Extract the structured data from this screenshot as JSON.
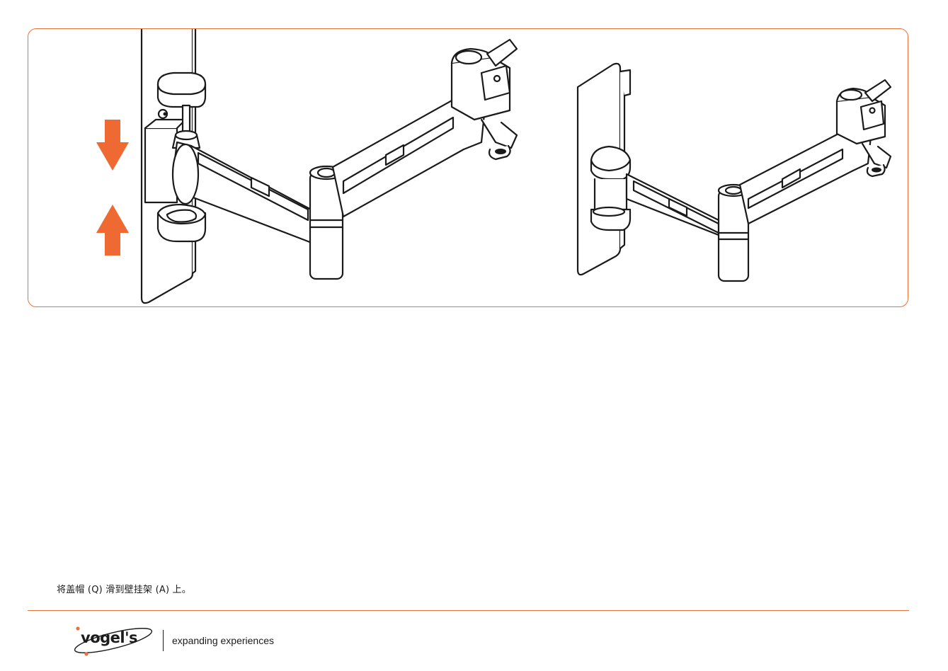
{
  "instruction": {
    "text": "将盖帽 (Q) 滑到壁挂架 (A) 上。"
  },
  "brand": {
    "name": "vogel's",
    "tagline": "expanding experiences"
  },
  "colors": {
    "accent": "#e8733a",
    "arrow": "#ef6a32",
    "ink": "#1a1a1a"
  },
  "figure": {
    "left_panel": [
      "wall-plate",
      "cap-top",
      "cap-bottom",
      "arm",
      "tv-bracket",
      "arrow-down",
      "arrow-up"
    ],
    "right_panel": [
      "wall-plate",
      "cap-fitted",
      "arm",
      "tv-bracket"
    ]
  }
}
